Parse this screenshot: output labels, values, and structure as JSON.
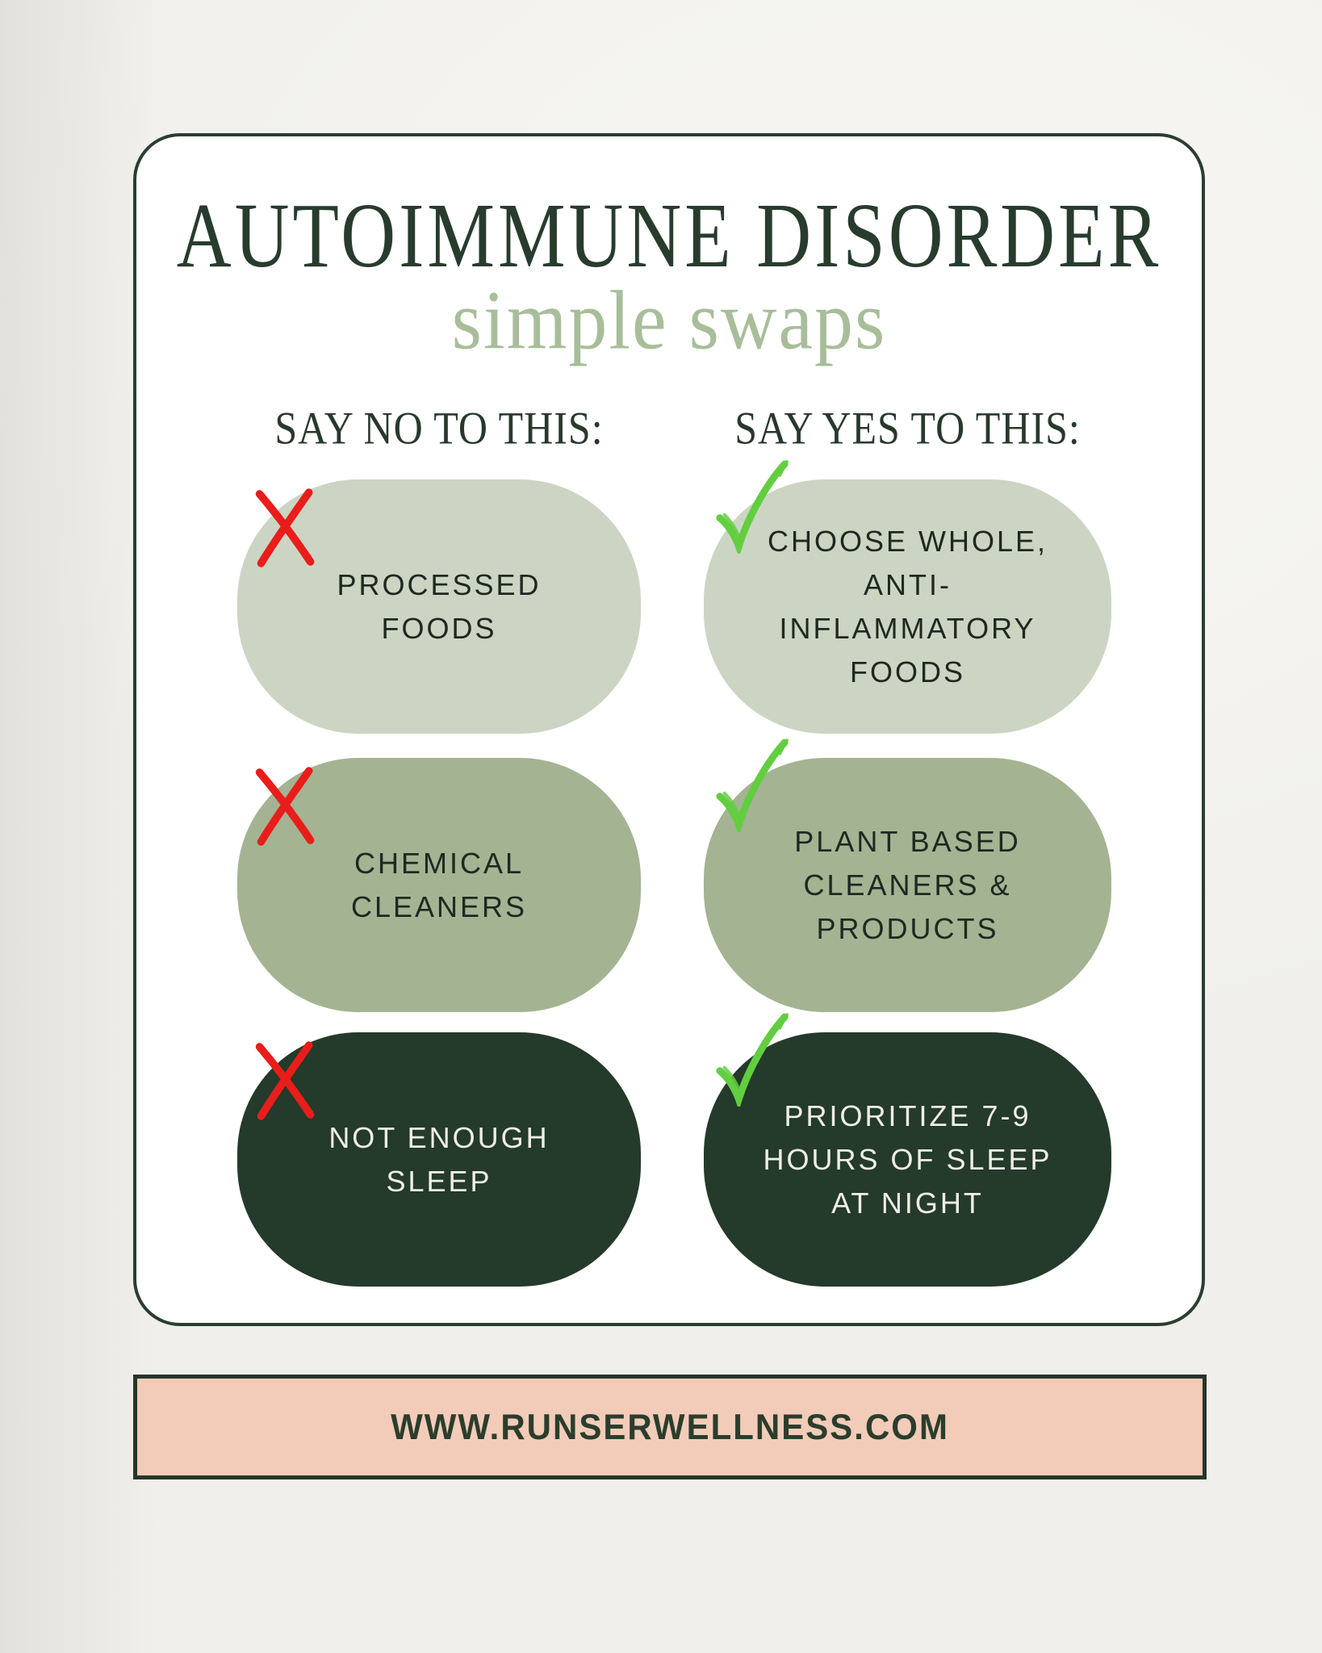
{
  "title": "AUTOIMMUNE DISORDER",
  "subtitle": "simple swaps",
  "columns": {
    "no_header": "SAY NO TO THIS:",
    "yes_header": "SAY YES TO THIS:"
  },
  "swaps": [
    {
      "no": "PROCESSED\nFOODS",
      "yes": "CHOOSE WHOLE,\nANTI-\nINFLAMMATORY\nFOODS",
      "bg": "#ccd5c3",
      "text": "#1d2920"
    },
    {
      "no": "CHEMICAL\nCLEANERS",
      "yes": "PLANT BASED\nCLEANERS &\nPRODUCTS",
      "bg": "#a4b392",
      "text": "#1d2920"
    },
    {
      "no": "NOT ENOUGH\nSLEEP",
      "yes": "PRIORITIZE 7-9\nHOURS OF SLEEP\nAT NIGHT",
      "bg": "#243a2a",
      "text": "#f0eee6"
    }
  ],
  "footer": {
    "website": "WWW.RUNSERWELLNESS.COM"
  },
  "icons": {
    "no_marker": "x-mark-icon",
    "yes_marker": "check-mark-icon"
  },
  "colors": {
    "x_mark": "#e91d1b",
    "check_mark": "#62ce40",
    "title": "#283c2e",
    "subtitle": "#a8be9a",
    "column_header": "#28392c",
    "panel_border": "#2b3e30",
    "banner_bg": "#f3cbb9",
    "banner_border": "#243628",
    "banner_text": "#2b3d2c"
  }
}
